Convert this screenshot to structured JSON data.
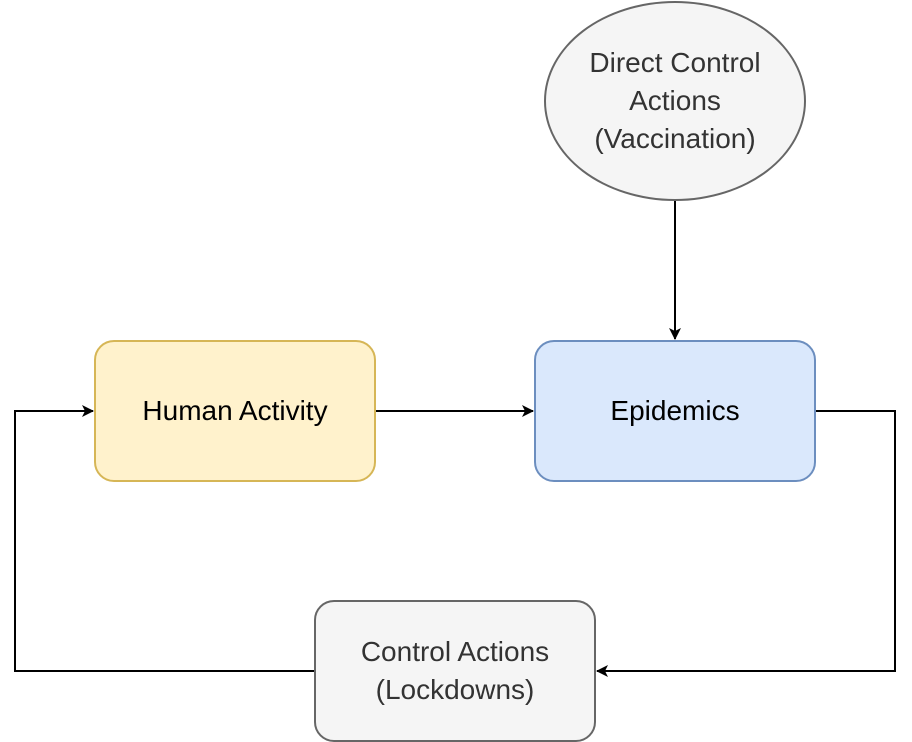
{
  "diagram": {
    "nodes": {
      "direct_control": {
        "line1": "Direct Control",
        "line2": "Actions",
        "line3": "(Vaccination)"
      },
      "human_activity": {
        "label": "Human Activity"
      },
      "epidemics": {
        "label": "Epidemics"
      },
      "control_actions": {
        "line1": "Control Actions",
        "line2": "(Lockdowns)"
      }
    },
    "edges": [
      {
        "from": "Direct Control Actions (Vaccination)",
        "to": "Epidemics"
      },
      {
        "from": "Human Activity",
        "to": "Epidemics"
      },
      {
        "from": "Epidemics",
        "to": "Control Actions (Lockdowns)"
      },
      {
        "from": "Control Actions (Lockdowns)",
        "to": "Human Activity"
      }
    ],
    "colors": {
      "edge": "#000000",
      "human_activity_fill": "#fff2cc",
      "human_activity_stroke": "#d6b656",
      "epidemics_fill": "#dae8fc",
      "epidemics_stroke": "#6c8ebf",
      "gray_fill": "#f5f5f5",
      "gray_stroke": "#666666"
    }
  }
}
